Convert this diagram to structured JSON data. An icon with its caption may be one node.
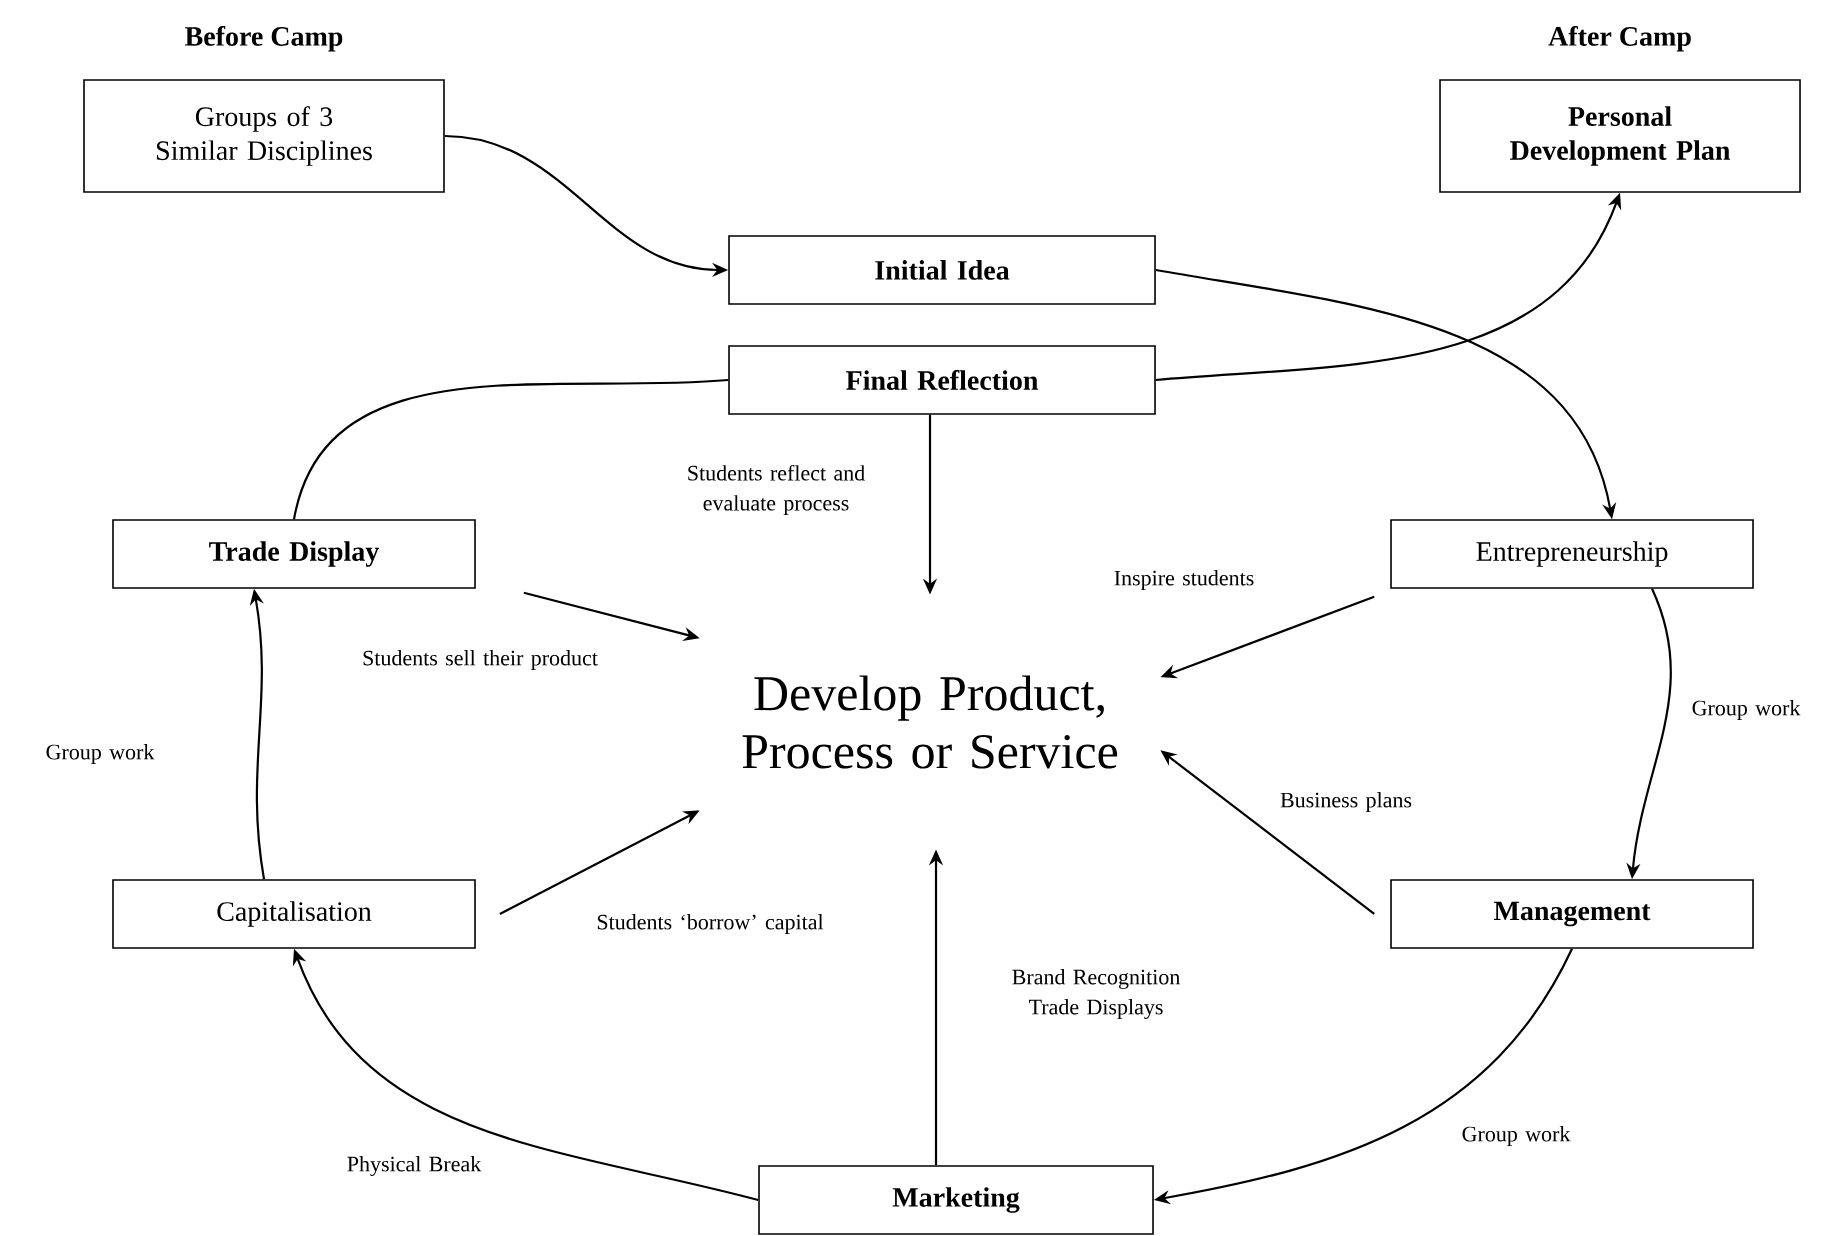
{
  "diagram": {
    "nodes": [
      {
        "text": [
          "Before Camp",
          "Groups of 3 Similar Disciplines"
        ]
      },
      {
        "text": [
          "After Camp",
          "Personal Development Plan"
        ]
      },
      {
        "text": [
          "Initial Idea"
        ]
      },
      {
        "text": [
          "Final Reflection"
        ]
      },
      {
        "text": [
          "Trade Display"
        ]
      },
      {
        "text": [
          "Entrepreneurship"
        ]
      },
      {
        "text": [
          "Develop Product, Process or Service"
        ]
      },
      {
        "text": [
          "Capitalisation"
        ]
      },
      {
        "text": [
          "Management"
        ]
      },
      {
        "text": [
          "Marketing"
        ]
      }
    ],
    "edges": [
      {
        "from": 0,
        "to": 2,
        "arrow": "to"
      },
      {
        "from": 3,
        "to": 1,
        "arrow": "to"
      },
      {
        "from": 2,
        "to": 5,
        "arrow": "to"
      },
      {
        "from": 5,
        "to": 8,
        "arrow": "to",
        "label": "Group work"
      },
      {
        "from": 8,
        "to": 9,
        "arrow": "to",
        "label": "Group work"
      },
      {
        "from": 9,
        "to": 7,
        "arrow": "to",
        "label": "Physical Break"
      },
      {
        "from": 7,
        "to": 4,
        "arrow": "to",
        "label": "Group work"
      },
      {
        "from": 4,
        "to": 3,
        "arrow": "none"
      },
      {
        "from": 3,
        "to": 6,
        "arrow": "to",
        "label": "Students reflect and evaluate process"
      },
      {
        "from": 5,
        "to": 6,
        "arrow": "to",
        "label": "Inspire students"
      },
      {
        "from": 8,
        "to": 6,
        "arrow": "to",
        "label": "Business plans"
      },
      {
        "from": 9,
        "to": 6,
        "arrow": "to",
        "label": "Brand Recognition Trade Displays"
      },
      {
        "from": 7,
        "to": 6,
        "arrow": "to",
        "label": "Students ‘borrow’ capital"
      },
      {
        "from": 4,
        "to": 6,
        "arrow": "to",
        "label": "Students sell their product"
      }
    ]
  }
}
